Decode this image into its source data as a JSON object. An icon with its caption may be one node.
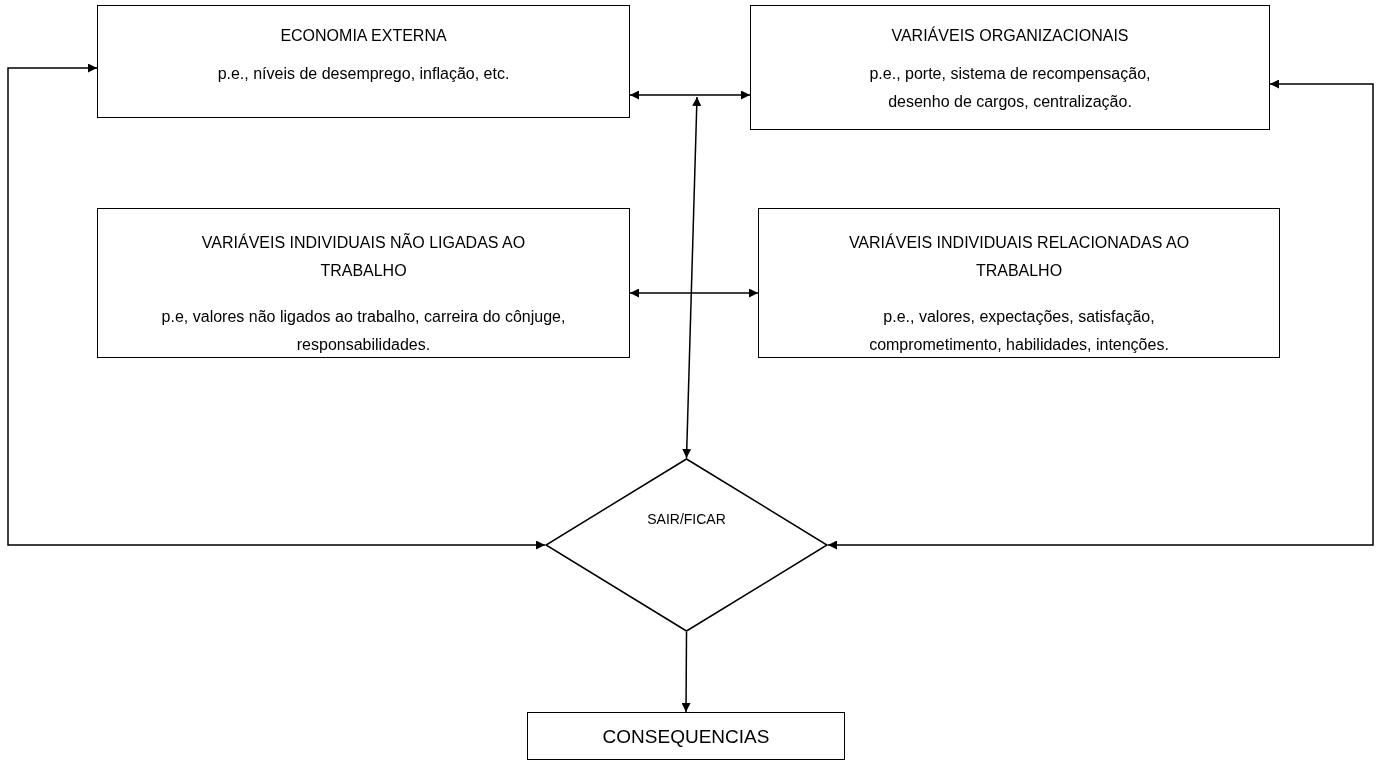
{
  "diagram": {
    "nodes": [
      {
        "text": [
          "ECONOMIA EXTERNA",
          "p.e., níveis de desemprego, inflação, etc."
        ]
      },
      {
        "text": [
          "VARIÁVEIS ORGANIZACIONAIS",
          "p.e., porte, sistema de recompensação, desenho de cargos, centralização."
        ]
      },
      {
        "text": [
          "VARIÁVEIS INDIVIDUAIS NÃO LIGADAS AO TRABALHO",
          "p.e, valores não ligados ao trabalho, carreira do cônjuge, responsabilidades."
        ]
      },
      {
        "text": [
          "VARIÁVEIS INDIVIDUAIS RELACIONADAS AO TRABALHO",
          "p.e., valores, expectações, satisfação, comprometimento, habilidades, intenções."
        ]
      },
      {
        "text": [
          "SAIR/FICAR"
        ]
      },
      {
        "text": [
          "CONSEQUENCIAS"
        ]
      }
    ],
    "edges": [
      {
        "from": 0,
        "to": 1,
        "arrow": "both"
      },
      {
        "from": 2,
        "to": 3,
        "arrow": "both"
      },
      {
        "from": null,
        "to": 4,
        "arrow": "both"
      },
      {
        "from": 0,
        "to": 4,
        "arrow": "both"
      },
      {
        "from": 1,
        "to": 4,
        "arrow": "both"
      },
      {
        "from": 4,
        "to": 5,
        "arrow": "to"
      }
    ]
  }
}
